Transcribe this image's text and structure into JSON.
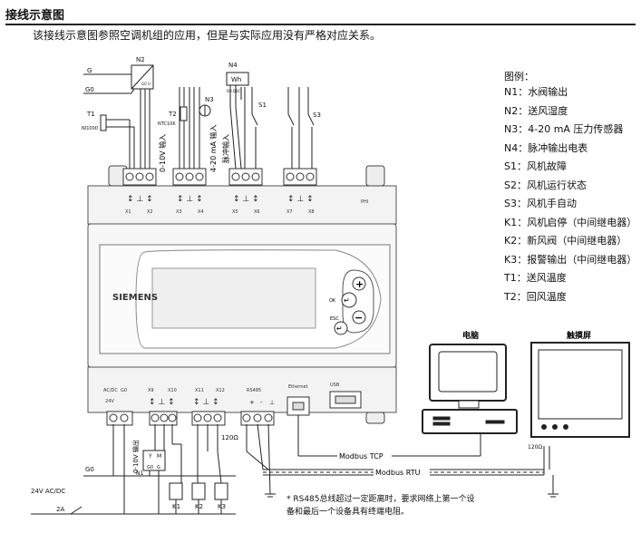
{
  "header": {
    "title": "接线示意图",
    "subtitle": "该接线示意图参照空调机组的应用，但是与实际应用没有严格对应关系。"
  },
  "legend": {
    "title": "图例：",
    "items": [
      "N1：水阀输出",
      "N2：送风湿度",
      "N3：4-20 mA 压力传感器",
      "N4：脉冲输出电表",
      "S1：风机故障",
      "S2：风机运行状态",
      "S3：风机手自动",
      "K1：风机启停（中间继电器）",
      "K2：新风阀（中间继电器）",
      "K3：报警输出（中间继电器）",
      "T1：送风温度",
      "T2：回风温度"
    ]
  },
  "diagram": {
    "brand": "SIEMENS",
    "top_labels": {
      "g": "G",
      "g0": "G0",
      "n2": "N2",
      "n4": "N4",
      "wh": "Wh",
      "n3": "N3",
      "t1": "T1",
      "ni1000": "NI1000",
      "t2": "T2",
      "ntc10k": "NTC10K",
      "s1": "S1",
      "s3": "S3",
      "g0u": "G0 U",
      "dio": "D0 D0C"
    },
    "top_terminals": {
      "signal_0_10": "0-10V 输入",
      "signal_4_20": "4-20 mA 输入",
      "pulse": "脉冲输入",
      "x1": "X1",
      "x2": "X2",
      "x3": "X3",
      "x4": "X4",
      "x5": "X5",
      "x6": "X6",
      "x7": "X7",
      "x8": "X8",
      "phi": "PHI"
    },
    "bottom_terminals": {
      "acdc": "AC/DC",
      "g0": "G0",
      "v24": "24V",
      "x9": "X9",
      "x10": "X10",
      "x11": "X11",
      "x12": "X12",
      "rs485": "RS485",
      "plus": "+",
      "minus": "-",
      "ethernet": "Ethernet",
      "usb": "USB",
      "out_0_10": "0-10V 输出"
    },
    "buttons": {
      "ok": "OK",
      "esc": "ESC",
      "plus": "+",
      "minus": "−"
    },
    "valve": {
      "y": "Y",
      "m": "M",
      "g0": "G0",
      "g": "G",
      "n1": "N1"
    },
    "power": {
      "g0": "G0",
      "supply": "24V AC/DC",
      "fuse": "2A"
    },
    "relays": {
      "k1": "K1",
      "k2": "K2",
      "k3": "K3"
    },
    "network": {
      "computer": "电脑",
      "touchscreen": "触摸屏",
      "modbus_tcp": "Modbus TCP",
      "modbus_rtu": "Modbus RTU",
      "res_120a": "120Ω",
      "res_120b": "120Ω"
    },
    "footnote_line1": "* RS485总线超过一定距离时，要求网络上第一个设",
    "footnote_line2": "备和最后一个设备具有终端电阻。"
  }
}
